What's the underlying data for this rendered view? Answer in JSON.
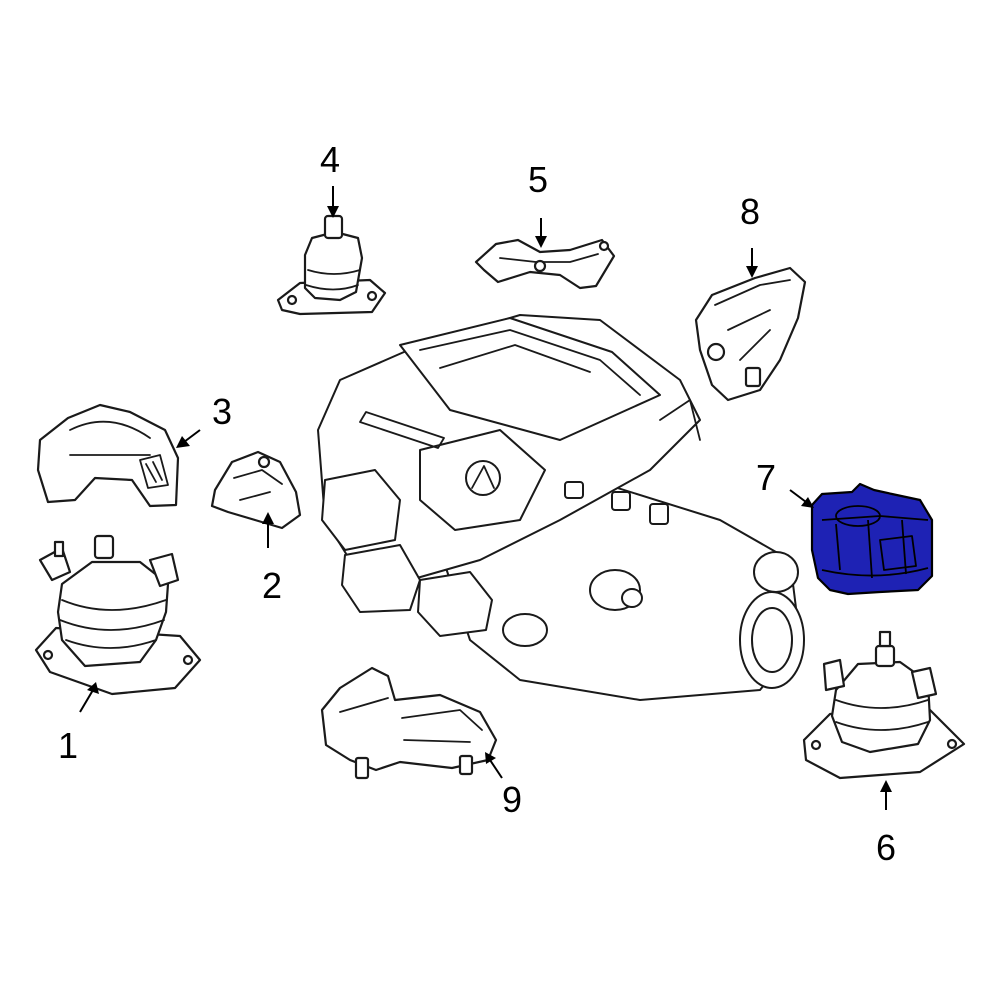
{
  "colors": {
    "background": "#ffffff",
    "line": "#1a1a1a",
    "highlight": "#1e22b4"
  },
  "highlighted_part": "7",
  "callouts": [
    {
      "id": "1",
      "label": "1"
    },
    {
      "id": "2",
      "label": "2"
    },
    {
      "id": "3",
      "label": "3"
    },
    {
      "id": "4",
      "label": "4"
    },
    {
      "id": "5",
      "label": "5"
    },
    {
      "id": "6",
      "label": "6"
    },
    {
      "id": "7",
      "label": "7"
    },
    {
      "id": "8",
      "label": "8"
    },
    {
      "id": "9",
      "label": "9"
    }
  ]
}
